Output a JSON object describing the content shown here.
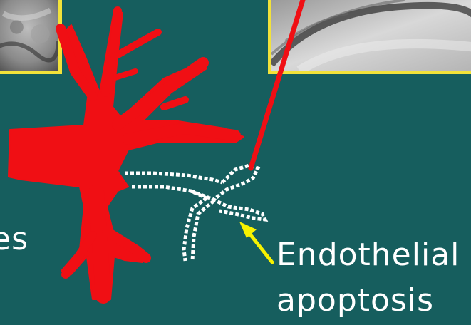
{
  "slide": {
    "labels": {
      "left_cut_fragment": "es",
      "callout_line1": "Endothelial",
      "callout_line2": "apoptosis"
    }
  },
  "colors": {
    "background": "#165E5E",
    "vessel_red": "#F00F14",
    "frame_yellow": "#F2E23A",
    "arrow_yellow": "#F7F200",
    "dotted_outline": "#FFFFFF",
    "text": "#FFFFFF"
  },
  "elements": {
    "vessel": "red-branching-blood-vessel",
    "degenerating_branch": "white-dotted-outline-vessel",
    "pointer_line": "red-line",
    "callout_arrow": "yellow-arrow",
    "left_image": "grayscale-micrograph-thumbnail",
    "right_image": "grayscale-micrograph-thumbnail"
  }
}
